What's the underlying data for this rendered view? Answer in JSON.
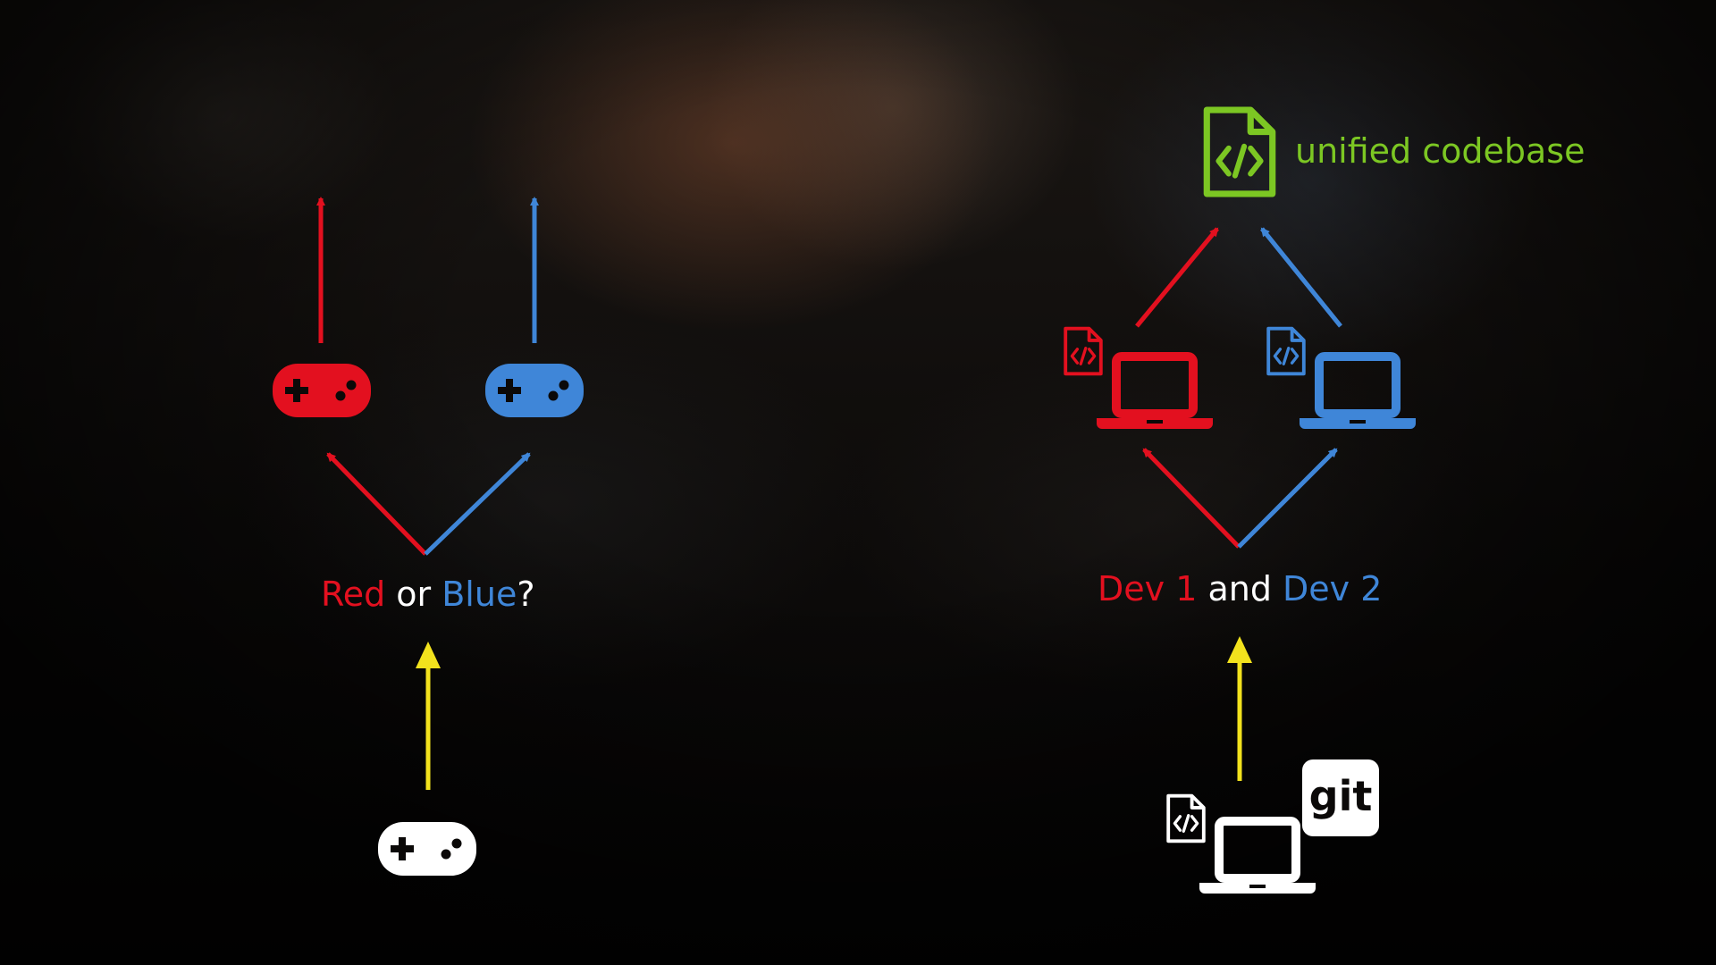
{
  "left_diagram": {
    "question": {
      "red_word": "Red",
      "connector": " or ",
      "blue_word": "Blue",
      "end": "?"
    }
  },
  "right_diagram": {
    "devs": {
      "dev1": "Dev 1",
      "connector": " and ",
      "dev2": "Dev 2"
    },
    "top_label": "unified codebase",
    "git_badge": "git"
  },
  "colors": {
    "red": "#e3101f",
    "blue": "#3f86d8",
    "yellow": "#f2e21d",
    "green": "#7cc723",
    "white": "#ffffff"
  },
  "icons": [
    "gamepad-icon",
    "laptop-icon",
    "code-file-icon",
    "git-logo-icon"
  ]
}
